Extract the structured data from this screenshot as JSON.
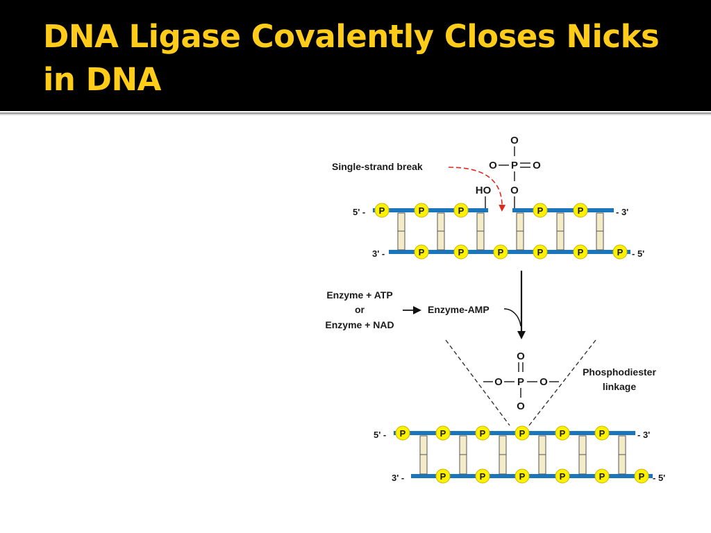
{
  "slide": {
    "title": "DNA Ligase Covalently Closes Nicks in DNA"
  },
  "figure": {
    "colors": {
      "strand": "#1b75bb",
      "phosphate": "#fff200",
      "base_pair": "#f4ecc8",
      "arrow_red": "#e0281e",
      "title": "#ffcc1a"
    },
    "top": {
      "label_break": "Single-strand break",
      "label_ho": "HO",
      "phosphate": {
        "o_top": "O",
        "o_left": "O",
        "p": "P",
        "eq": "═",
        "o_right": "O",
        "o_bottom": "O"
      },
      "strand1_left_end": "5' -",
      "strand1_right_end": "- 3'",
      "strand2_left_end": "3' -",
      "strand2_right_end": "- 5'",
      "phosphate_symbol": "P"
    },
    "middle": {
      "input_line1": "Enzyme + ATP",
      "input_or": "or",
      "input_line2": "Enzyme + NAD",
      "intermediate": "Enzyme-AMP"
    },
    "bottom": {
      "linkage_label_line1": "Phosphodiester",
      "linkage_label_line2": "linkage",
      "phosphate": {
        "o_top": "O",
        "o_left": "O",
        "p": "P",
        "o_right": "O",
        "o_bottom": "O"
      },
      "strand1_left_end": "5' -",
      "strand1_right_end": "- 3'",
      "strand2_left_end": "3' -",
      "strand2_right_end": "- 5'",
      "phosphate_symbol": "P"
    }
  }
}
